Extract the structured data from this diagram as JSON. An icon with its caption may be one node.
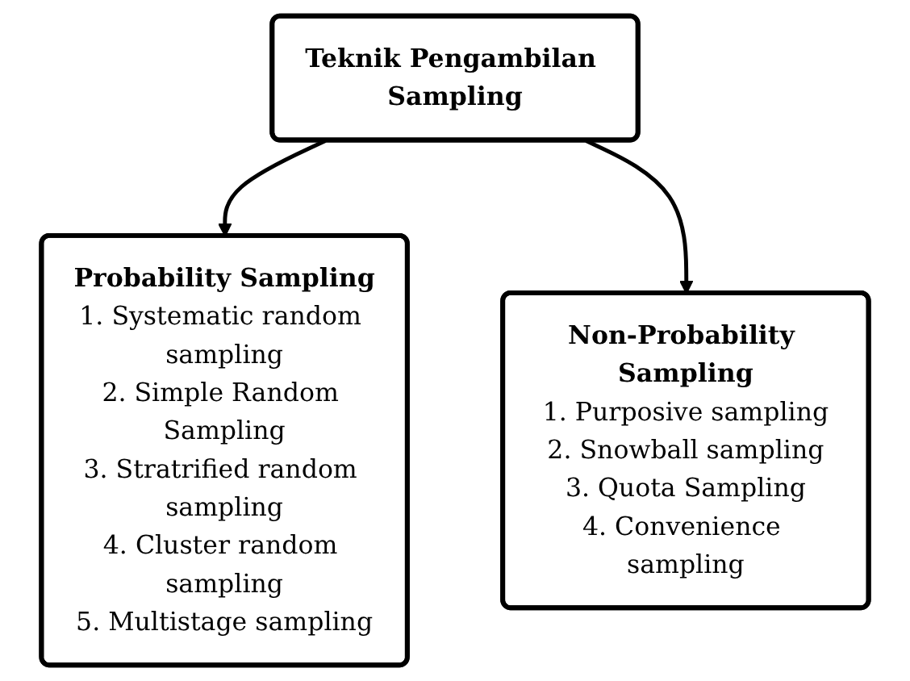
{
  "diagram": {
    "nodes": [
      {
        "text": [
          "Teknik Pengambilan Sampling"
        ]
      },
      {
        "text": [
          "Probability Sampling",
          "1. Systematic random sampling",
          "2. Simple Random Sampling",
          "3. Stratrified random sampling",
          "4. Cluster random sampling",
          "5. Multistage sampling"
        ]
      },
      {
        "text": [
          "Non-Probability Sampling",
          "1. Purposive sampling",
          "2. Snowball sampling",
          "3. Quota Sampling",
          "4. Convenience sampling"
        ]
      }
    ],
    "edges": [
      {
        "from": 0,
        "to": 1,
        "arrow": "to"
      },
      {
        "from": 0,
        "to": 2,
        "arrow": "to"
      }
    ]
  }
}
